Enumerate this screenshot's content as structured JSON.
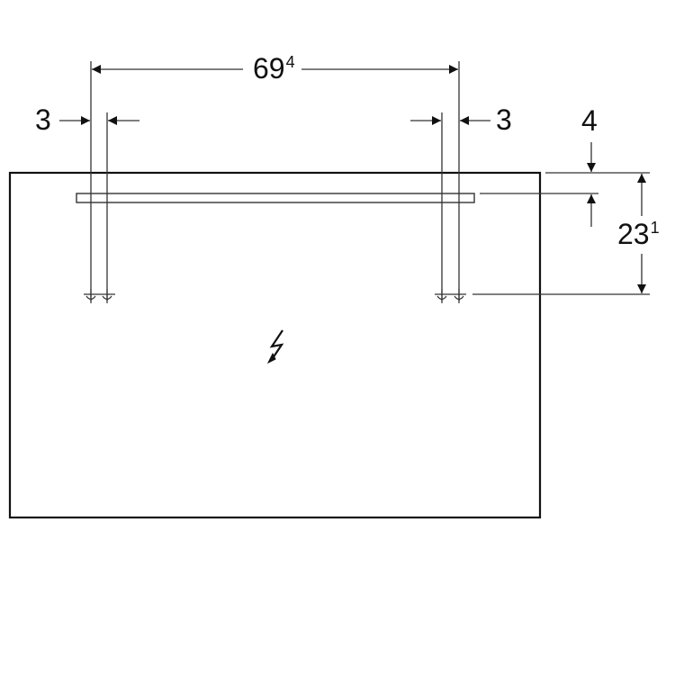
{
  "drawing": {
    "title": "Mirror cabinet dimension drawing (front view)",
    "colors": {
      "line": "#2a2a2a",
      "outline": "#111111",
      "background": "#ffffff"
    },
    "dimensions": {
      "overall_hole_spacing": {
        "main": "69",
        "sup": "4"
      },
      "left_offset": {
        "main": "3"
      },
      "right_offset": {
        "main": "3"
      },
      "rail_offset_top": {
        "main": "4"
      },
      "bracket_height": {
        "main": "23",
        "sup": "1"
      }
    },
    "symbols": {
      "electrical_connection": "lightning-bolt-icon",
      "mounting_points": [
        "fixing-point-left-1",
        "fixing-point-left-2",
        "fixing-point-right-1",
        "fixing-point-right-2"
      ]
    }
  }
}
